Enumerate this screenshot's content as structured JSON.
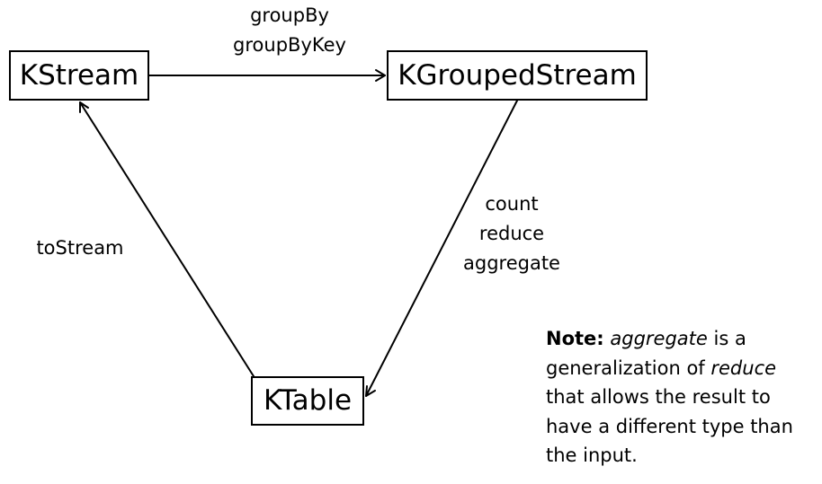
{
  "nodes": {
    "kstream": "KStream",
    "kgrouped": "KGroupedStream",
    "ktable": "KTable"
  },
  "edges": {
    "group": [
      "groupBy",
      "groupByKey"
    ],
    "aggregate": [
      "count",
      "reduce",
      "aggregate"
    ],
    "tostream": "toStream"
  },
  "note": {
    "label": "Note:",
    "line1_term": "aggregate",
    "line1_rest": " is a",
    "line2_pre": "generalization of ",
    "line2_term": "reduce",
    "line3": "that allows the result to",
    "line4": "have a different type than",
    "line5": "the input."
  }
}
